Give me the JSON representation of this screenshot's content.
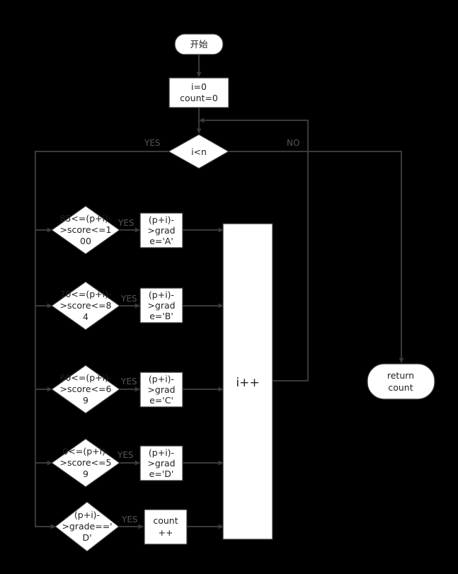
{
  "nodes": {
    "start": "开始",
    "init": [
      "i=0",
      "count=0"
    ],
    "cond_loop": "i<n",
    "ret": [
      "return",
      "count"
    ],
    "incr": "i++",
    "cond_a": [
      "85<=(p+i)-",
      ">score<=1",
      "00"
    ],
    "cond_b": [
      "70<=(p+i)-",
      ">score<=8",
      "4"
    ],
    "cond_c": [
      "60<=(p+i)-",
      ">score<=6",
      "9"
    ],
    "cond_d": [
      "0<=(p+i)-",
      ">score<=5",
      "9"
    ],
    "cond_e": [
      "(p+i)-",
      ">grade=='",
      "D'"
    ],
    "grade_a": [
      "(p+i)-",
      ">grad",
      "e='A'"
    ],
    "grade_b": [
      "(p+i)-",
      ">grad",
      "e='B'"
    ],
    "grade_c": [
      "(p+i)-",
      ">grad",
      "e='C'"
    ],
    "grade_d": [
      "(p+i)-",
      ">grad",
      "e='D'"
    ],
    "count_inc": [
      "count",
      "++"
    ]
  },
  "labels": {
    "yes_loop": "YES",
    "no_loop": "NO",
    "yes_a": "YES",
    "yes_b": "YES",
    "yes_c": "YES",
    "yes_d": "YES",
    "yes_e": "YES"
  },
  "colors": {
    "background": "#000000",
    "node_fill": "#ffffff",
    "edge": "#3a3a3a",
    "label": "#555555"
  }
}
